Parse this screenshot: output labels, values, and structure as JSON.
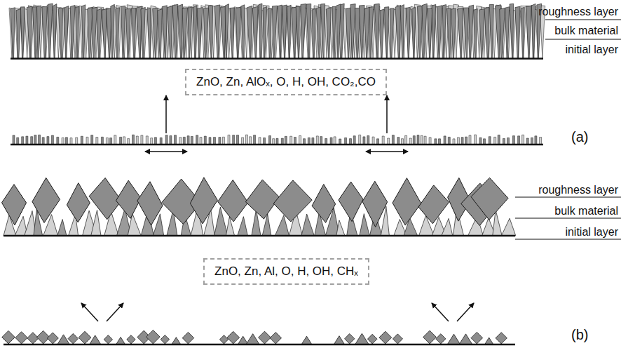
{
  "diagram": {
    "nodes": [
      {
        "text": [
          "ZnO, Zn, AlOₓ, O, H, OH, CO₂,CO"
        ]
      },
      {
        "text": [
          "ZnO, Zn, Al, O, H, OH, CHₓ"
        ]
      }
    ],
    "labels": [
      "roughness layer",
      "bulk material",
      "initial layer",
      "(a)",
      "roughness layer",
      "bulk material",
      "initial layer",
      "(b)"
    ]
  }
}
